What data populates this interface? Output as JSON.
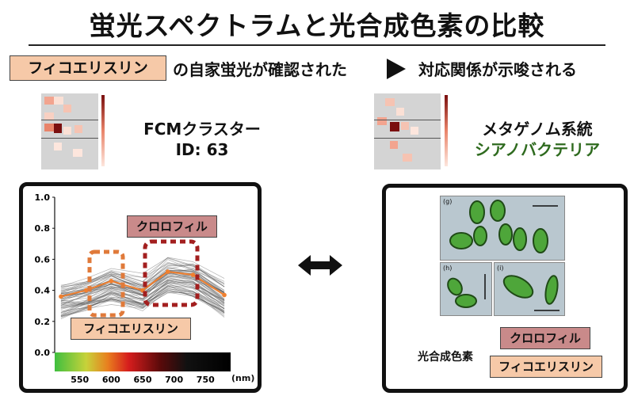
{
  "title": "蛍光スペクトラムと光合成色素の比較",
  "header": {
    "pigment_tag": "フィコエリスリン",
    "left_text": "の自家蛍光が確認された",
    "right_text": "対応関係が示唆される"
  },
  "fcm": {
    "line1": "FCMクラスター",
    "line2": "ID: 63"
  },
  "metagenome": {
    "line1": "メタゲノム系統",
    "line2": "シアノバクテリア"
  },
  "chart_data": {
    "type": "line",
    "title": "",
    "xlabel": "(nm)",
    "ylabel": "",
    "x": [
      520,
      560,
      600,
      650,
      690,
      730,
      780
    ],
    "series": [
      {
        "values": [
          0.36,
          0.4,
          0.46,
          0.4,
          0.52,
          0.5,
          0.37
        ]
      }
    ],
    "xlim": [
      510,
      790
    ],
    "ylim": [
      0.0,
      1.0
    ],
    "xticks": [
      "550",
      "600",
      "650",
      "700",
      "750"
    ],
    "yticks": [
      "0.0",
      "0.2",
      "0.4",
      "0.6",
      "0.8",
      "1.0"
    ],
    "annotations": [
      "クロロフィル",
      "フィコエリスリン"
    ],
    "colors": {
      "median": "#f08030",
      "traces": "#555555",
      "box_phyco": "#e07a3a",
      "box_chloro": "#a31f1f"
    }
  },
  "micro": {
    "labels": [
      "(g)",
      "(h)",
      "(i)"
    ]
  },
  "right_panel": {
    "pigment_label": "光合成色素",
    "chlorophyll": "クロロフィル",
    "phycoerythrin": "フィコエリスリン"
  },
  "icons": {
    "arrow_right": "triangle-right-icon",
    "double_arrow": "double-arrow-icon"
  }
}
